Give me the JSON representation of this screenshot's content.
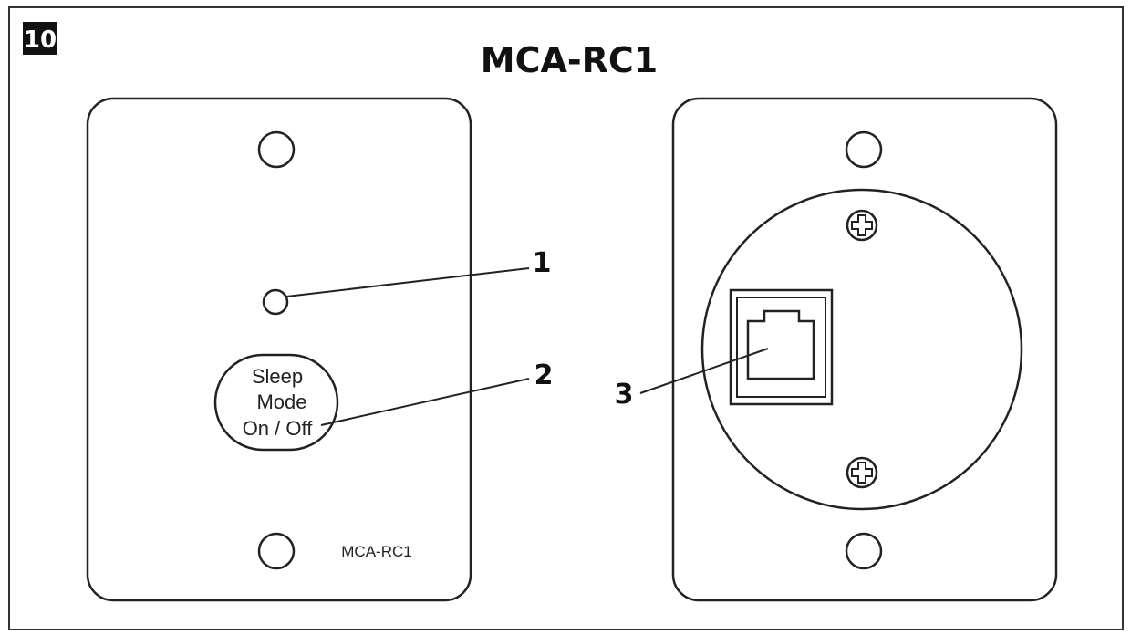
{
  "figure": {
    "number": "10",
    "title": "MCA-RC1"
  },
  "front_panel": {
    "button_label_lines": [
      "Sleep",
      "Mode",
      "On / Off"
    ],
    "model_label": "MCA-RC1"
  },
  "callouts": {
    "led": "1",
    "button": "2",
    "port": "3"
  },
  "colors": {
    "stroke": "#222222",
    "badge_bg": "#111111",
    "badge_text": "#ffffff"
  }
}
